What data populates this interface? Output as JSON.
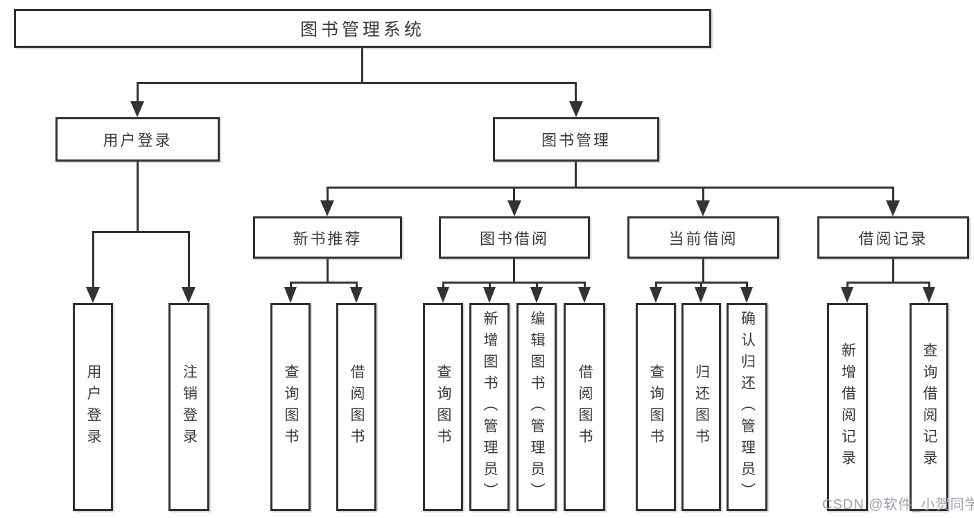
{
  "diagram": {
    "tree": {
      "root": {
        "label": "图书管理系统"
      },
      "user_login": {
        "label": "用户登录",
        "children": [
          {
            "label": "用户登录"
          },
          {
            "label": "注销登录"
          }
        ]
      },
      "book_management": {
        "label": "图书管理",
        "groups": [
          {
            "label": "新书推荐",
            "children": [
              {
                "label": "查询图书"
              },
              {
                "label": "借阅图书"
              }
            ]
          },
          {
            "label": "图书借阅",
            "children": [
              {
                "label": "查询图书"
              },
              {
                "label": "新增图书（管理员）"
              },
              {
                "label": "编辑图书（管理员）"
              },
              {
                "label": "借阅图书"
              }
            ]
          },
          {
            "label": "当前借阅",
            "children": [
              {
                "label": "查询图书"
              },
              {
                "label": "归还图书"
              },
              {
                "label": "确认归还（管理员）"
              }
            ]
          },
          {
            "label": "借阅记录",
            "children": [
              {
                "label": "新增借阅记录"
              },
              {
                "label": "查询借阅记录"
              }
            ]
          }
        ]
      }
    },
    "colors": {
      "line": "#333333",
      "text": "#3a3a3a",
      "background": "#ffffff"
    }
  },
  "watermark": {
    "text": "CSDN @软件_小贺同学",
    "color": "#9da1a9"
  }
}
